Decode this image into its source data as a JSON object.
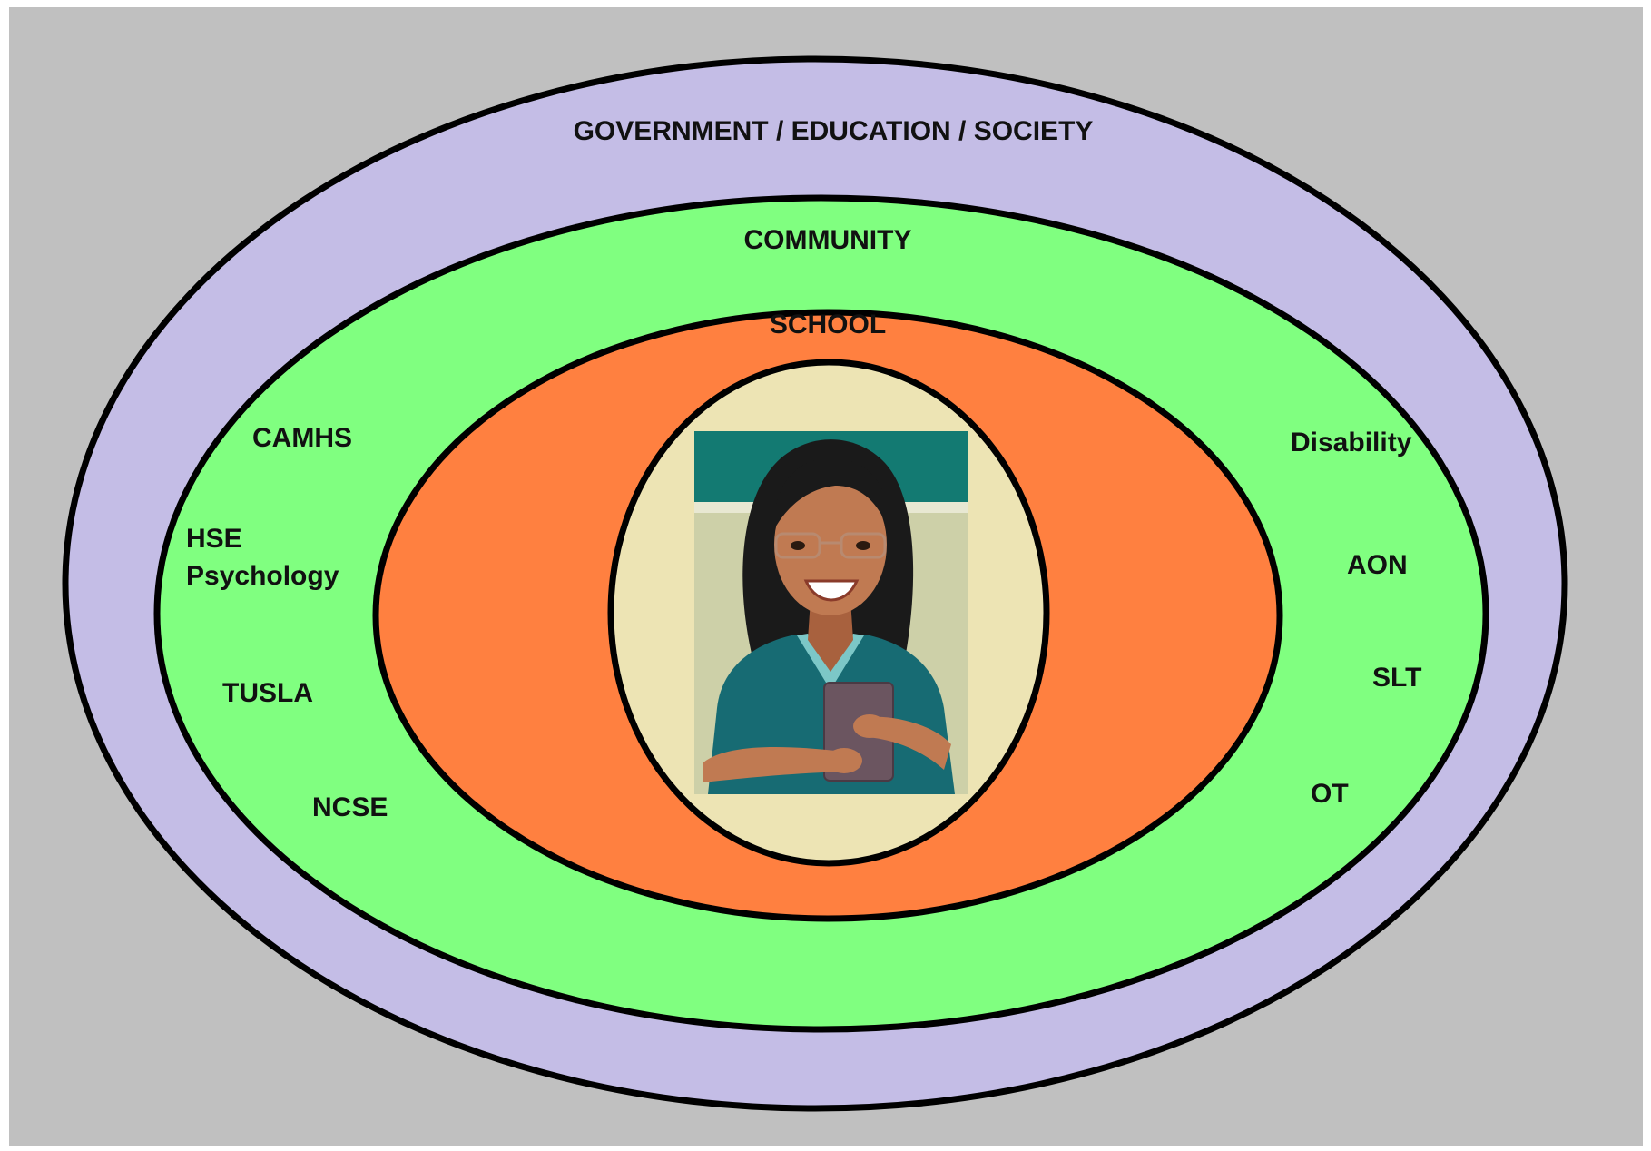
{
  "rings": {
    "society": {
      "label": "GOVERNMENT / EDUCATION / SOCIETY",
      "color": "#c4bde6"
    },
    "community": {
      "label": "COMMUNITY",
      "color": "#80ff80"
    },
    "school": {
      "label": "SCHOOL",
      "color": "#ff8040"
    },
    "center": {
      "color": "#ede4b4"
    }
  },
  "services_left": {
    "camhs": "CAMHS",
    "hse_line1": "HSE",
    "hse_line2": "Psychology",
    "tusla": "TUSLA",
    "ncse": "NCSE"
  },
  "services_right": {
    "disability": "Disability",
    "aon": "AON",
    "slt": "SLT",
    "ot": "OT"
  },
  "figure": {
    "icon": "teacher-with-tablet-icon",
    "background_top": "#137a72",
    "background": "#cdd0a8",
    "shirt": "#176b73",
    "skin": "#c07a52",
    "hair": "#1a1a1a"
  }
}
